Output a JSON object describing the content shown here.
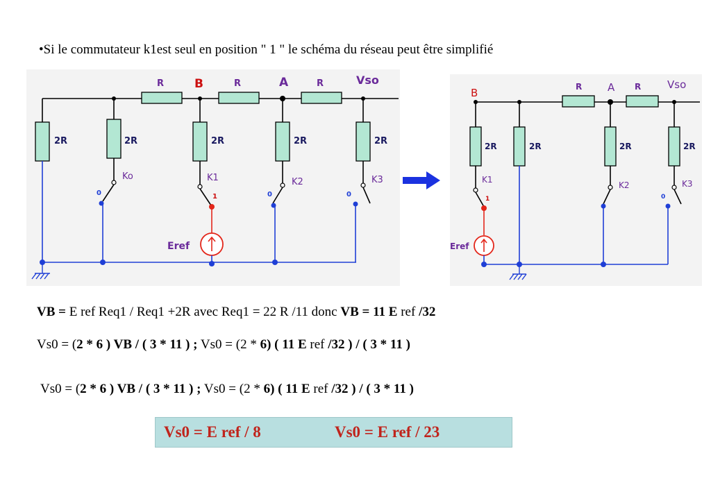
{
  "intro": {
    "bullet": "•",
    "text": "Si le commutateur k1est seul en position \" 1 \" le schéma du réseau peut être simplifié"
  },
  "left_circuit": {
    "top_resistors": [
      "R",
      "R",
      "R"
    ],
    "node_b": "B",
    "node_a": "A",
    "output": "Vso",
    "shunt_resistors": [
      "2R",
      "2R",
      "2R",
      "2R",
      "2R"
    ],
    "switches": [
      "Ko",
      "K1",
      "K2",
      "K3"
    ],
    "switch_positions": [
      "0",
      "1",
      "0",
      "0"
    ],
    "source": "Eref"
  },
  "right_circuit": {
    "node_b": "B",
    "node_a": "A",
    "output": "Vso",
    "top_resistors": [
      "R",
      "R"
    ],
    "shunt_resistors": [
      "2R",
      "2R",
      "2R",
      "2R"
    ],
    "switches": [
      "K1",
      "K2",
      "K3"
    ],
    "switch_positions": [
      "1",
      "0",
      "0"
    ],
    "source": "Eref"
  },
  "equations": {
    "line1": {
      "a": "VB  =",
      "b": " E ref Req1   /  Req1 +2R    avec Req1  =   22 R /11  donc   ",
      "c": "VB  =  11 E",
      "d": " ref  ",
      "e": "/32"
    },
    "line2": {
      "a": "Vs0  =   (",
      "b": "2 * 6 ) VB  /  ( 3  * 11  )   ;",
      "c": "  Vs0  =  (2 *  ",
      "d": "6) ( 11 E",
      "e": " ref  ",
      "f": "/32  )  /  ( 3  * 11  )"
    },
    "line3": {
      "a": "Vs0  =   (",
      "b": "2 * 6 ) VB  /  ( 3  * 11  )   ;",
      "c": "  Vs0  =  (2 *  ",
      "d": "6) ( 11 E",
      "e": " ref  ",
      "f": "/32  )  /  ( 3  * 11  )"
    }
  },
  "result": {
    "left": "Vs0  =  E ref  /  8",
    "right": "Vs0  =  E ref  /  23"
  },
  "colors": {
    "wire_black": "#000000",
    "wire_blue": "#1f3fd6",
    "resistor_fill": "#b3e7d3",
    "source_red": "#e3261a",
    "label_red": "#cc1010",
    "label_purple": "#6a2a9a",
    "arrow_blue": "#1b32e0",
    "result_bg": "#b8dfe0",
    "result_text": "#c0241c"
  }
}
